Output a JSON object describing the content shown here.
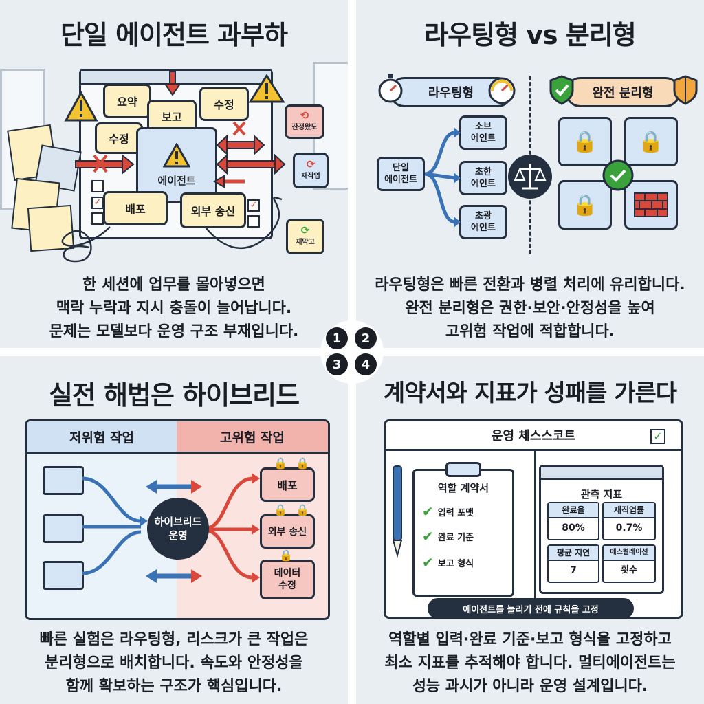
{
  "panels": [
    {
      "number": "1",
      "title": "단일 에이전트 과부하",
      "notes": [
        "요약",
        "보고",
        "수정",
        "수정",
        "배포",
        "외부 송신"
      ],
      "center_label": "에이전트",
      "side_tags": [
        "잔정왔도",
        "재작업",
        "재막고"
      ],
      "caption": [
        "한 세션에 업무를 몰아넣으면",
        "맥락 누락과 지시 충돌이 늘어납니다.",
        "문제는 모델보다 운영 구조 부재입니다."
      ]
    },
    {
      "number": "2",
      "title": "라우팅형 vs 분리형",
      "routing_label": "라우팅형",
      "isolated_label": "완전 분리형",
      "single_agent": "단일\n에이전트",
      "sub_agents": [
        "소브\n에인트",
        "초한\n에인트",
        "초광\n에인트"
      ],
      "caption": [
        "라우팅형은 빠른 전환과 병렬 처리에 유리합니다.",
        "완전 분리형은 권한·보안·안정성을 높여",
        "고위험 작업에 적합합니다."
      ]
    },
    {
      "number": "3",
      "title": "실전 해법은 하이브리드",
      "low_risk_header": "저위험 작업",
      "high_risk_header": "고위험 작업",
      "hub_label": "하이브리드\n운영",
      "high_risk_tasks": [
        "배포",
        "외부 송신",
        "데이터\n수정"
      ],
      "caption": [
        "빠른 실험은 라우팅형, 리스크가 큰 작업은",
        "분리형으로 배치합니다. 속도와 안정성을",
        "함께 확보하는 구조가 핵심입니다."
      ]
    },
    {
      "number": "4",
      "title": "계약서와 지표가 성패를 가른다",
      "scorecard_title": "운영 체스스코트",
      "contract": {
        "title": "역할 계약서",
        "items": [
          "입력 포맷",
          "완료 기준",
          "보고 형식"
        ]
      },
      "metrics": {
        "title": "관측 지표",
        "cells": [
          {
            "label": "완료율",
            "value": "80%"
          },
          {
            "label": "재직업률",
            "value": "0.7%"
          },
          {
            "label": "평균 지연",
            "value": "7"
          },
          {
            "label": "에스컬레이션",
            "value": "횟수"
          }
        ]
      },
      "banner": "에이전트를 늘리기 전에 규칙을 고정",
      "caption": [
        "역할별 입력·완료 기준·보고 형식을 고정하고",
        "최소 지표를 추적해야 합니다. 멀티에이전트는",
        "성능 과시가 아니라 운영 설계입니다."
      ]
    }
  ],
  "colors": {
    "navy": "#243040",
    "blue_fill": "#d6e6f6",
    "red_fill": "#f6c7c0",
    "note_fill": "#fdf0c2",
    "accent_red": "#d9483b",
    "accent_blue": "#3a72b6",
    "green": "#3aa23a",
    "lock_gold": "#f2c230"
  }
}
